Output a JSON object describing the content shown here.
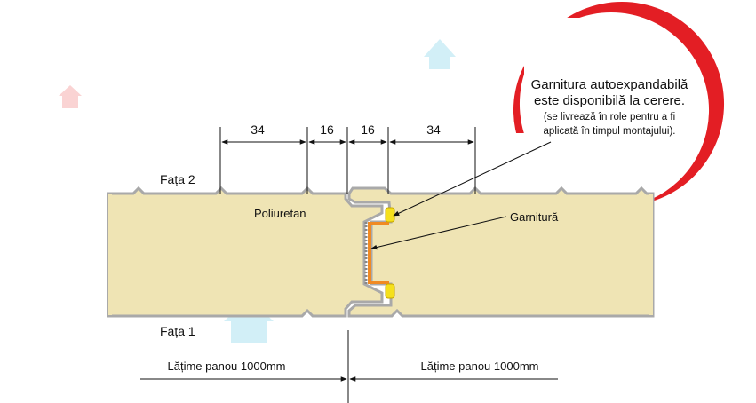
{
  "dimensions": [
    "34",
    "16",
    "16",
    "34"
  ],
  "labels": {
    "face2": "Fața 2",
    "face1": "Fața 1",
    "core": "Poliuretan",
    "gasket": "Garnitură"
  },
  "note": {
    "line1": "Garnitura autoexpandabilă",
    "line2": "este disponibilă la cerere.",
    "line3": "(se livrează în role  pentru a fi",
    "line4": "aplicată  în timpul montajului)."
  },
  "widths": {
    "left": "Lățime panou 1000mm",
    "right": "Lățime panou 1000mm"
  },
  "colors": {
    "foam": "#efe4b4",
    "steel": "#a9a9a9",
    "accent": "#e31e24",
    "gasket_orange": "#f08a24",
    "gasket_yellow": "#f5e01c"
  }
}
